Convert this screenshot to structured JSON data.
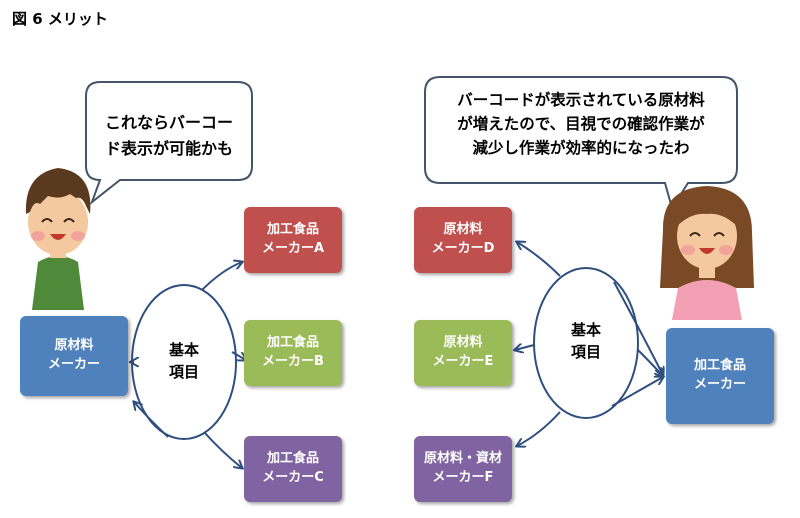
{
  "title": "図 6 メリット",
  "left": {
    "speech_lines": [
      "これならバーコー",
      "ド表示が可能かも"
    ],
    "center_lines": [
      "基本",
      "項目"
    ],
    "source": {
      "lines": [
        "原材料",
        "メーカー"
      ]
    },
    "targets": [
      {
        "lines": [
          "加工食品",
          "メーカーA"
        ],
        "color": "#c0504d"
      },
      {
        "lines": [
          "加工食品",
          "メーカーB"
        ],
        "color": "#9bbb59"
      },
      {
        "lines": [
          "加工食品",
          "メーカーC"
        ],
        "color": "#8064a2"
      }
    ]
  },
  "right": {
    "speech_lines": [
      "バーコードが表示されている原材料",
      "が増えたので、目視での確認作業が",
      "減少し作業が効率的になったわ"
    ],
    "center_lines": [
      "基本",
      "項目"
    ],
    "sources": [
      {
        "lines": [
          "原材料",
          "メーカーD"
        ],
        "color": "#c0504d"
      },
      {
        "lines": [
          "原材料",
          "メーカーE"
        ],
        "color": "#9bbb59"
      },
      {
        "lines": [
          "原材料・資材",
          "メーカーF"
        ],
        "color": "#8064a2"
      }
    ],
    "target": {
      "lines": [
        "加工食品",
        "メーカー"
      ]
    }
  },
  "colors": {
    "blue_box": "#4f81bd",
    "arrow": "#2f4f7f",
    "bubble_border": "#44546a"
  }
}
